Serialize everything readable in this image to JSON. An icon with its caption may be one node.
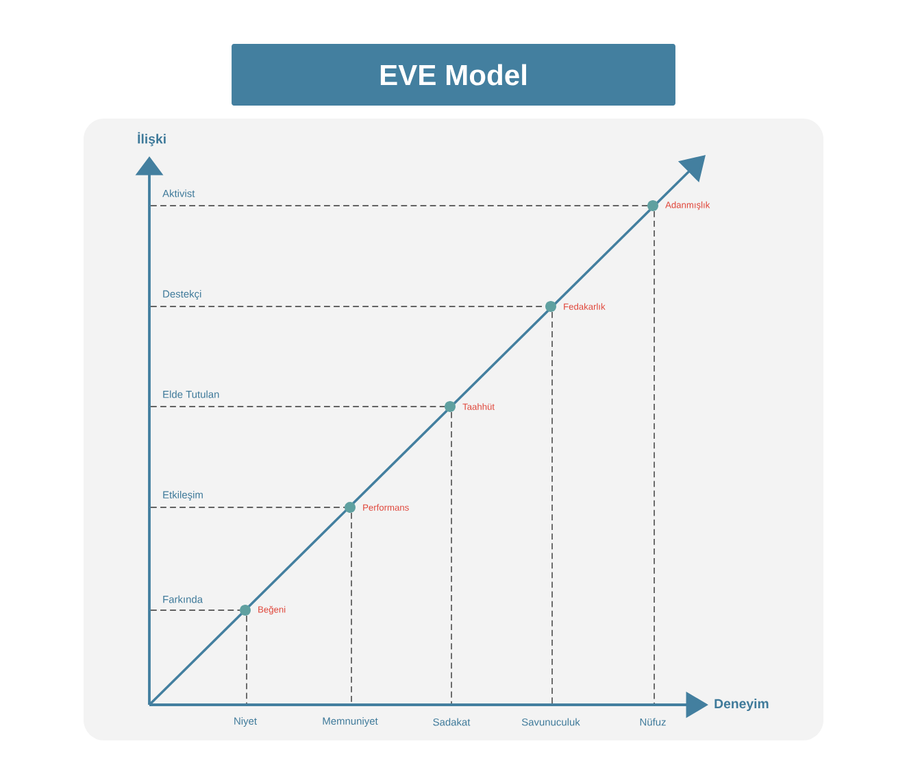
{
  "diagram": {
    "title": "EVE Model",
    "nodes": [
      {
        "text": [],
        "shape": "circle",
        "beside": [
          "Beğeni"
        ]
      },
      {
        "text": [],
        "shape": "circle",
        "beside": [
          "Performans"
        ]
      },
      {
        "text": [],
        "shape": "circle",
        "beside": [
          "Taahhüt"
        ]
      },
      {
        "text": [],
        "shape": "circle",
        "beside": [
          "Fedakarlık"
        ]
      },
      {
        "text": [],
        "shape": "circle",
        "beside": [
          "Adanmışlık"
        ]
      }
    ],
    "labels": [
      "İlişki",
      "Aktivist",
      "Destekçi",
      "Elde Tutulan",
      "Etkileşim",
      "Farkında",
      "Deneyim",
      "Niyet",
      "Memnuniyet",
      "Sadakat",
      "Savunuculuk",
      "Nüfuz"
    ]
  }
}
